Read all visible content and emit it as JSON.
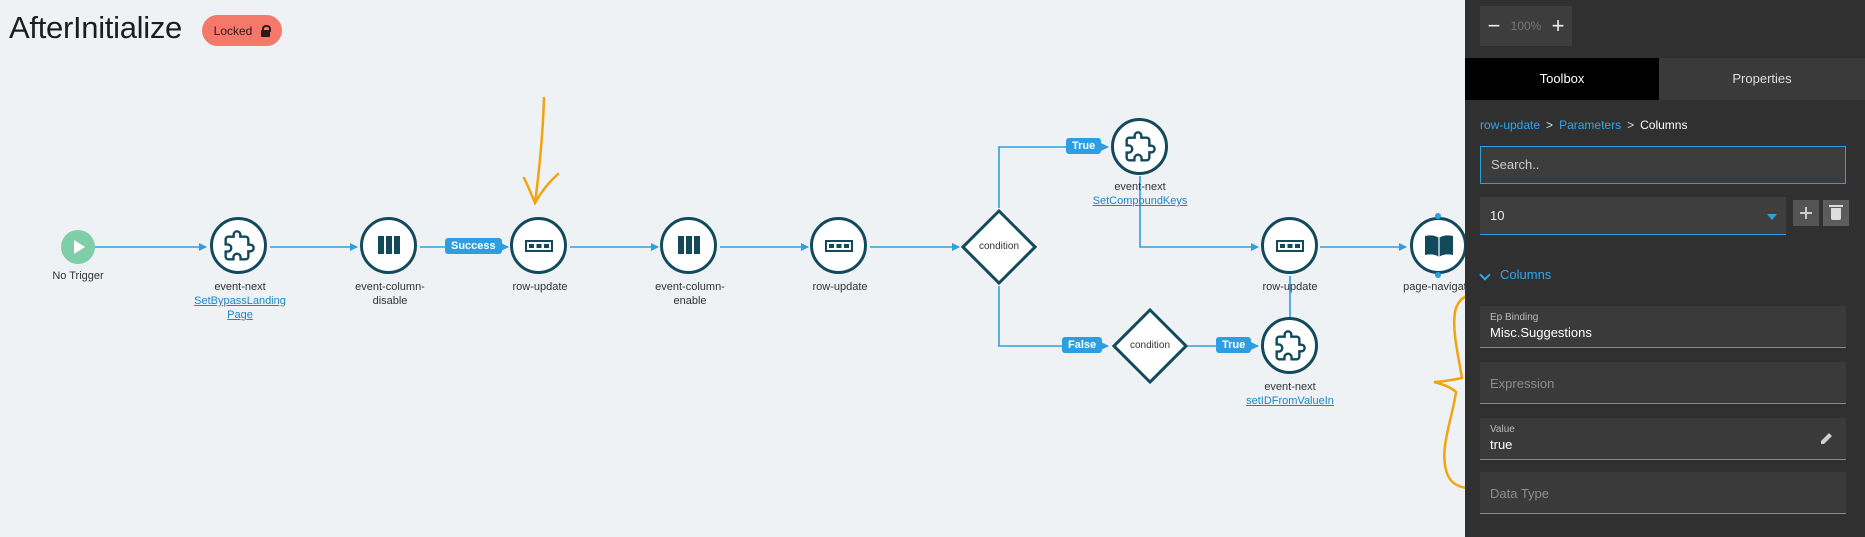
{
  "header": {
    "title": "AfterInitialize",
    "locked_label": "Locked"
  },
  "flow": {
    "trigger_label": "No Trigger",
    "nodes": [
      {
        "type": "event-next",
        "link_lines": [
          "SetBypassLanding",
          "Page"
        ]
      },
      {
        "type_lines": [
          "event-column-",
          "disable"
        ]
      },
      {
        "type": "row-update"
      },
      {
        "type_lines": [
          "event-column-",
          "enable"
        ]
      },
      {
        "type": "row-update"
      },
      {
        "type": "condition"
      },
      {
        "type": "event-next",
        "link": "SetCompoundKeys"
      },
      {
        "type": "condition"
      },
      {
        "type": "event-next",
        "link": "setIDFromValueIn"
      },
      {
        "type": "row-update"
      },
      {
        "type": "page-navigate"
      }
    ],
    "edge_labels": {
      "success": "Success",
      "true_top": "True",
      "false": "False",
      "true_bottom": "True"
    }
  },
  "panel": {
    "zoom": {
      "value": "100%",
      "minus": "−",
      "plus": "+"
    },
    "tabs": [
      "Toolbox",
      "Properties"
    ],
    "breadcrumb": [
      "row-update",
      "Parameters",
      "Columns"
    ],
    "breadcrumb_sep": ">",
    "search_placeholder": "Search..",
    "select_value": "10",
    "section_label": "Columns",
    "fields": [
      {
        "label": "Ep Binding",
        "value": "Misc.Suggestions"
      },
      {
        "placeholder": "Expression"
      },
      {
        "label": "Value",
        "value": "true"
      },
      {
        "placeholder": "Data Type"
      }
    ]
  },
  "colors": {
    "accent": "#2d9fe0",
    "node_border": "#124a5c",
    "locked": "#f5796b",
    "annotation": "#f2a40e"
  }
}
